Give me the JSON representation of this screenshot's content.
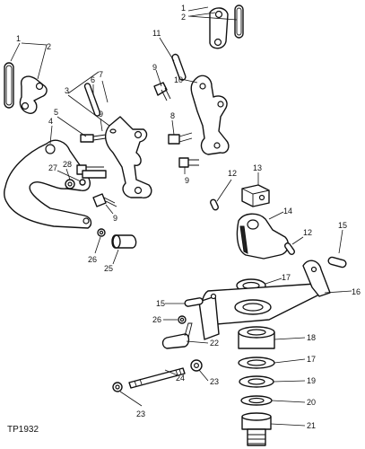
{
  "figure_id": "TP1932",
  "callouts": [
    {
      "text": "1"
    },
    {
      "text": "2"
    },
    {
      "text": "1"
    },
    {
      "text": "2"
    },
    {
      "text": "11"
    },
    {
      "text": "9"
    },
    {
      "text": "10"
    },
    {
      "text": "8"
    },
    {
      "text": "9"
    },
    {
      "text": "3"
    },
    {
      "text": "6"
    },
    {
      "text": "7"
    },
    {
      "text": "5"
    },
    {
      "text": "9"
    },
    {
      "text": "4"
    },
    {
      "text": "28"
    },
    {
      "text": "27"
    },
    {
      "text": "9"
    },
    {
      "text": "12"
    },
    {
      "text": "13"
    },
    {
      "text": "14"
    },
    {
      "text": "12"
    },
    {
      "text": "15"
    },
    {
      "text": "26"
    },
    {
      "text": "25"
    },
    {
      "text": "17"
    },
    {
      "text": "16"
    },
    {
      "text": "15"
    },
    {
      "text": "26"
    },
    {
      "text": "22"
    },
    {
      "text": "18"
    },
    {
      "text": "17"
    },
    {
      "text": "19"
    },
    {
      "text": "20"
    },
    {
      "text": "21"
    },
    {
      "text": "23"
    },
    {
      "text": "24"
    },
    {
      "text": "23"
    }
  ]
}
